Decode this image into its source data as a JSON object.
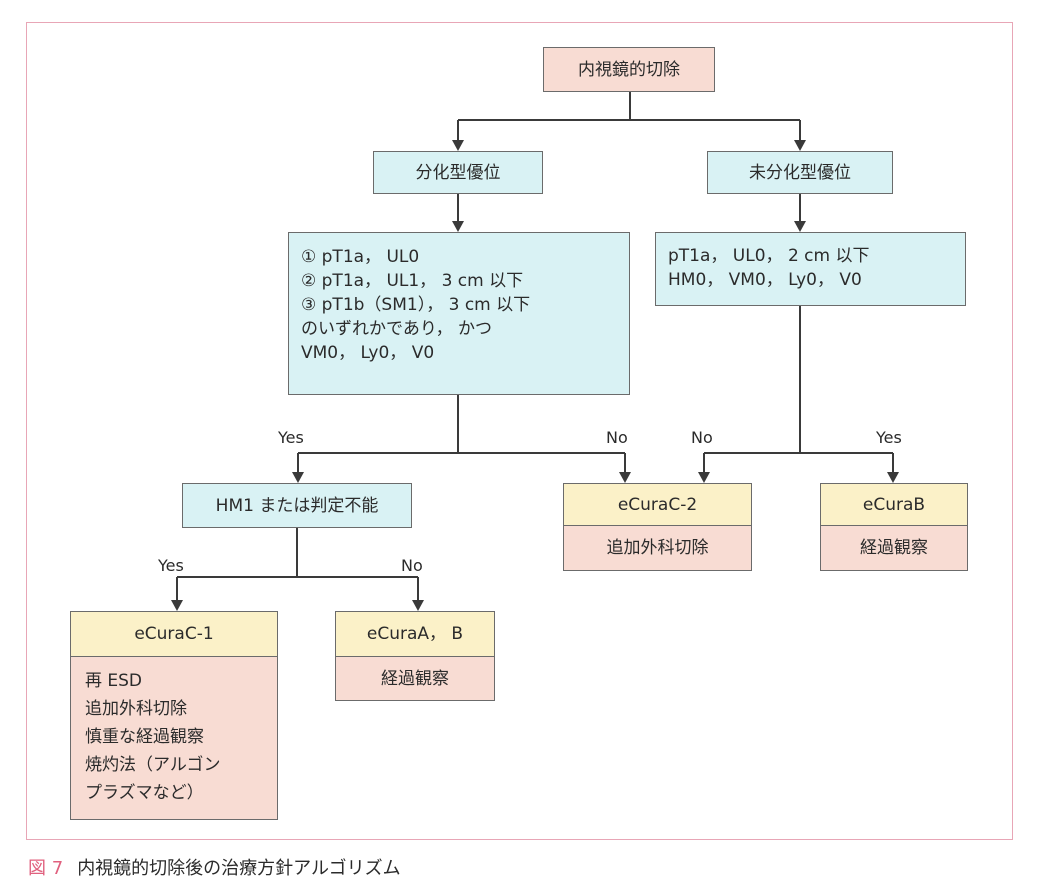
{
  "diagram": {
    "root": "内視鏡的切除",
    "differentiated": "分化型優位",
    "undifferentiated": "未分化型優位",
    "diff_criteria": [
      "① pT1a， UL0",
      "② pT1a， UL1， 3 cm 以下",
      "③ pT1b（SM1）， 3 cm 以下",
      "のいずれかであり， かつ",
      "VM0， Ly0， V0"
    ],
    "undiff_criteria": [
      "pT1a， UL0， 2 cm 以下",
      "HM0， VM0， Ly0， V0"
    ],
    "hm_check": "HM1 または判定不能",
    "labels": {
      "yes_left": "Yes",
      "no_mid_left": "No",
      "no_mid_right": "No",
      "yes_right": "Yes",
      "yes_lower": "Yes",
      "no_lower": "No"
    },
    "ecura_c2": {
      "title": "eCuraC-2",
      "action": "追加外科切除"
    },
    "ecura_b": {
      "title": "eCuraB",
      "action": "経過観察"
    },
    "ecura_c1": {
      "title": "eCuraC-1",
      "actions": [
        "再 ESD",
        "追加外科切除",
        "慎重な経過観察",
        "焼灼法（アルゴン",
        "プラズマなど）"
      ]
    },
    "ecura_ab": {
      "title": "eCuraA， B",
      "action": "経過観察"
    }
  },
  "caption": {
    "number": "図 7",
    "text": "内視鏡的切除後の治療方針アルゴリズム"
  },
  "colors": {
    "frame": "#e8a6b6",
    "pink_box": "#f8dcd3",
    "cyan_box": "#d9f2f4",
    "cream_box": "#fbf1c8",
    "caption_number": "#e0607e"
  }
}
